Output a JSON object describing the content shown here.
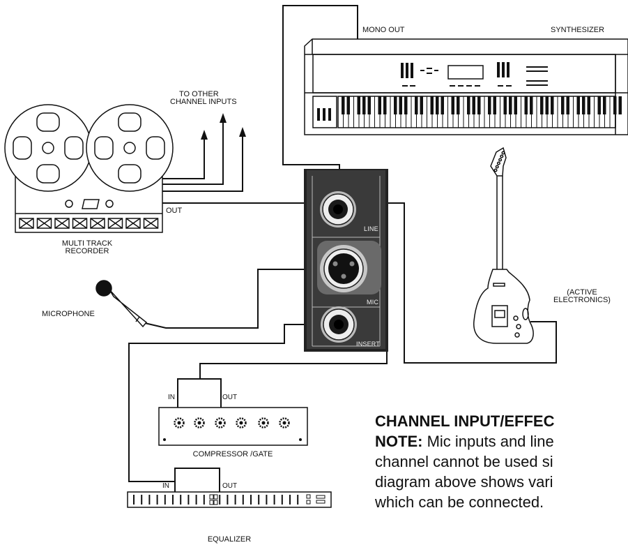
{
  "labels": {
    "mono_out": "MONO OUT",
    "synthesizer": "SYNTHESIZER",
    "to_other_1": "TO OTHER",
    "to_other_2": "CHANNEL INPUTS",
    "out_recorder": "OUT",
    "recorder_1": "MULTI TRACK",
    "recorder_2": "RECORDER",
    "microphone": "MICROPHONE",
    "active_1": "(ACTIVE",
    "active_2": "ELECTRONICS)",
    "line": "LINE",
    "mic": "MIC",
    "insert": "INSERT",
    "comp_in": "IN",
    "comp_out": "OUT",
    "compressor": "COMPRESSOR /GATE",
    "eq_in": "IN",
    "eq_out": "OUT",
    "equalizer": "EQUALIZER"
  },
  "note": {
    "title": "CHANNEL INPUT/EFFEC",
    "prefix": "NOTE:",
    "line1": " Mic inputs and line",
    "line2": "channel cannot be used si",
    "line3": "diagram above shows vari",
    "line4": "which can be connected."
  }
}
